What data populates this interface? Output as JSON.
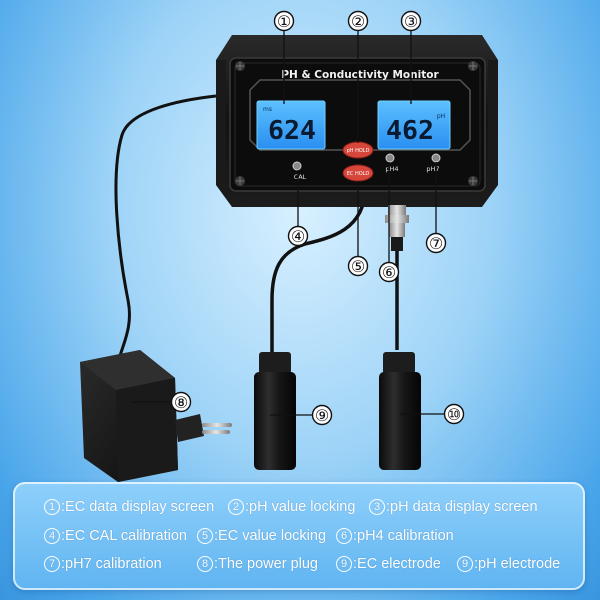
{
  "device": {
    "brand_label": "PH & Conductivity Monitor",
    "ec_display": "624",
    "ec_unit": "ms",
    "ph_display": "462",
    "ph_unit": "pH",
    "ph_hold_button": "pH HOLD",
    "ec_hold_button": "EC HOLD",
    "cal_label": "CAL",
    "ph4_label": "pH4",
    "ph7_label": "pH7"
  },
  "callouts": [
    "①",
    "②",
    "③",
    "④",
    "⑤",
    "⑥",
    "⑦",
    "⑧",
    "⑨",
    "⑩"
  ],
  "legend": [
    {
      "num": "1",
      "text": ":EC data display screen"
    },
    {
      "num": "2",
      "text": ":pH value locking"
    },
    {
      "num": "3",
      "text": ":pH data display screen"
    },
    {
      "num": "4",
      "text": ":EC CAL calibration"
    },
    {
      "num": "5",
      "text": ":EC value locking"
    },
    {
      "num": "6",
      "text": ":pH4 calibration"
    },
    {
      "num": "7",
      "text": ":pH7 calibration"
    },
    {
      "num": "8",
      "text": ":The power plug"
    },
    {
      "num": "9",
      "text": ":EC electrode"
    },
    {
      "num": "9",
      "text": ":pH electrode"
    }
  ],
  "colors": {
    "lcd_blue": "#3aa8ff",
    "button_red": "#d6463a",
    "panel_blue": "#6dbcf3"
  }
}
